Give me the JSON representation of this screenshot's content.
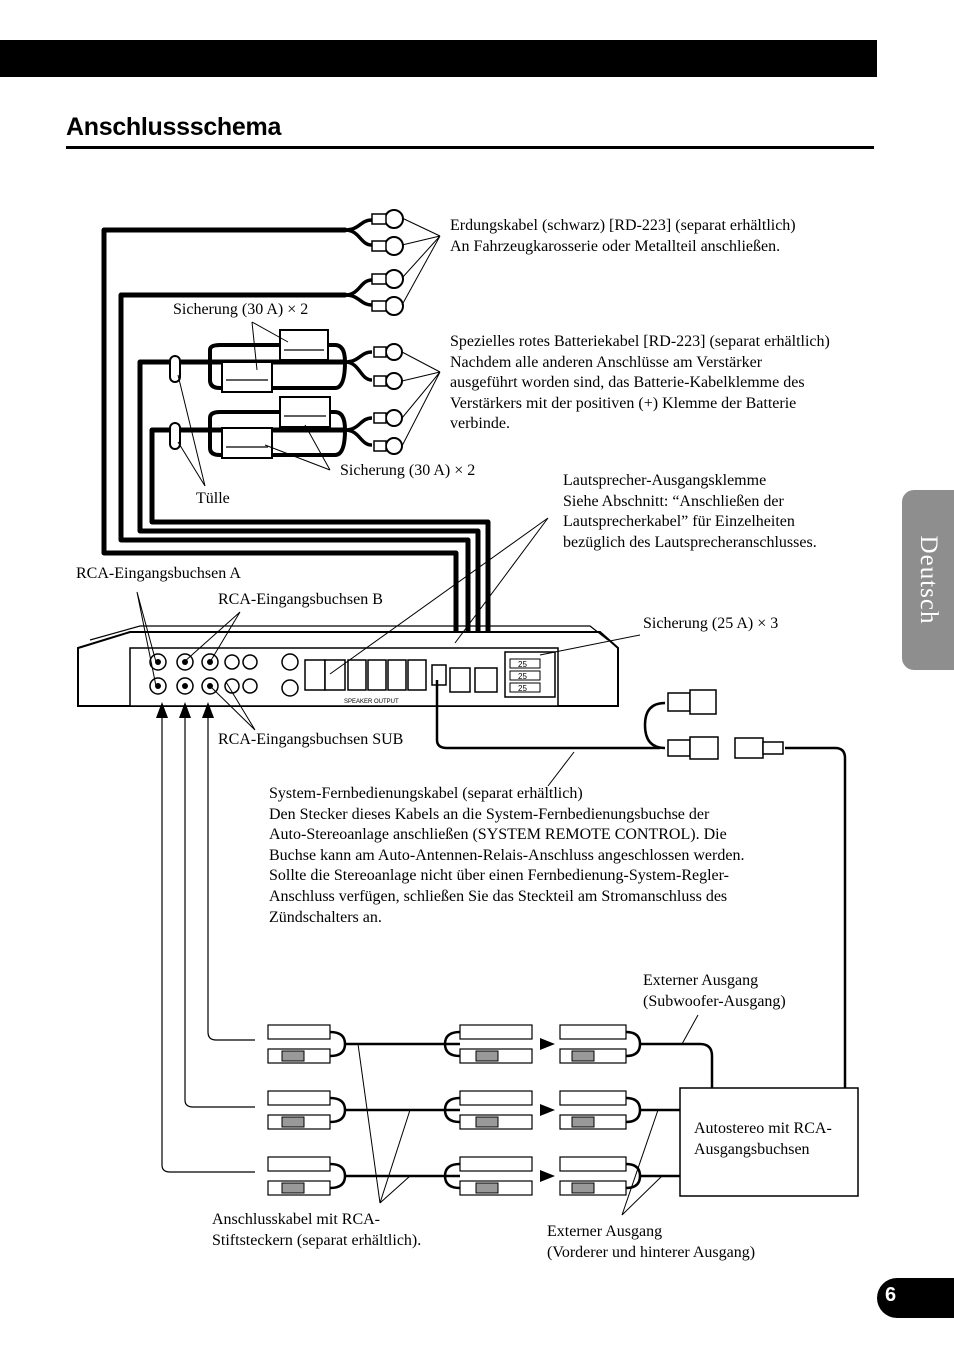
{
  "page": {
    "title": "Anschlussschema",
    "language_tab": "Deutsch",
    "page_number": "6"
  },
  "labels": {
    "ground_cable": "Erdungskabel (schwarz) [RD-223] (separat erhältlich)\nAn Fahrzeugkarosserie oder Metallteil anschließen.",
    "fuse_top": "Sicherung (30 A) × 2",
    "battery_cable": "Spezielles rotes Batteriekabel [RD-223] (separat erhältlich)\nNachdem alle anderen Anschlüsse am Verstärker\nausgeführt worden sind, das Batterie-Kabelklemme des\nVerstärkers mit der positiven (+) Klemme der Batterie\nverbinde.",
    "fuse_mid": "Sicherung (30 A) × 2",
    "grommet": "Tülle",
    "speaker_terminal": "Lautsprecher-Ausgangsklemme\nSiehe Abschnitt: “Anschließen der\nLautsprecherkabel” für Einzelheiten\nbezüglich des Lautsprecheranschlusses.",
    "rca_a": "RCA-Eingangsbuchsen A",
    "rca_b": "RCA-Eingangsbuchsen B",
    "fuse_25": "Sicherung (25 A) × 3",
    "rca_sub": "RCA-Eingangsbuchsen SUB",
    "remote_cable": "System-Fernbedienungskabel (separat erhältlich)\nDen Stecker dieses Kabels an die System-Fernbedienungsbuchse der\nAuto-Stereoanlage anschließen (SYSTEM REMOTE CONTROL). Die\nBuchse kann am Auto-Antennen-Relais-Anschluss angeschlossen werden.\nSollte die Stereoanlage nicht über einen Fernbedienung-System-Regler-\nAnschluss verfügen, schließen Sie das Steckteil am Stromanschluss des\nZündschalters an.",
    "ext_sub": "Externer Ausgang\n(Subwoofer-Ausgang)",
    "car_stereo": "Autostereo mit RCA-\nAusgangsbuchsen",
    "rca_cable": "Anschlusskabel mit RCA-\nStiftsteckern (separat erhältlich).",
    "ext_front_rear": "Externer Ausgang\n(Vorderer und hinterer Ausgang)"
  },
  "panel": {
    "fuse_values": [
      "25",
      "25",
      "25"
    ],
    "speaker_output": "SPEAKER OUTPUT"
  }
}
